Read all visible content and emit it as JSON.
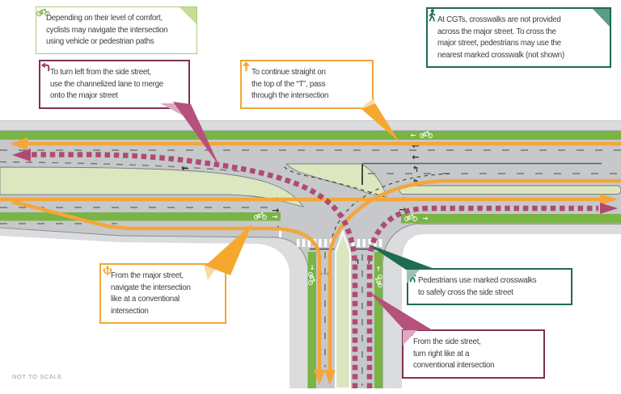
{
  "footer": {
    "not_to_scale": "NOT TO SCALE"
  },
  "colors": {
    "vehicle_path_orange": "#F4A63A",
    "side_street_path_maroon": "#B04A72",
    "pedestrian_dark_green": "#1E6B50",
    "cyclist_light_green": "#AFCB7A",
    "bike_lane_green": "#79B445",
    "island_pale_green": "#DCE7C0",
    "road_gray": "#C6C8CA",
    "sidewalk_gray": "#DBDCDD"
  },
  "callouts": {
    "cyclist": {
      "icon": "bicycle-icon",
      "lines": [
        "Depending on their level of comfort,",
        "cyclists may navigate the intersection",
        "using vehicle or pedestrian paths"
      ]
    },
    "turn_left": {
      "icon": "turn-left-arrow-icon",
      "lines": [
        "To turn left from the side street,",
        "use the channelized lane to merge",
        "onto the major street"
      ]
    },
    "straight": {
      "icon": "straight-arrow-icon",
      "lines": [
        "To continue straight on",
        "the top of the “T”, pass",
        "through the intersection"
      ]
    },
    "ped_major": {
      "icon": "pedestrian-icon",
      "lines": [
        "At CGTs, crosswalks are not provided",
        "across the major street. To cross the",
        "major street, pedestrians may use the",
        "nearest marked crosswalk (not shown)"
      ]
    },
    "major_street": {
      "icon": "all-movements-arrow-icon",
      "lines": [
        "From the major street,",
        "navigate the intersection",
        "like at a conventional",
        "intersection"
      ]
    },
    "ped_side": {
      "icon": "pedestrian-icon",
      "lines": [
        "Pedestrians use marked crosswalks",
        "to safely cross the side street"
      ]
    },
    "turn_right": {
      "icon": "turn-right-arrow-icon",
      "lines": [
        "From the side street,",
        "turn right like at a",
        "conventional intersection"
      ]
    }
  },
  "road_markings": {
    "left_arrow": "←",
    "right_arrow": "→",
    "down_arrow": "↓",
    "merge_right_arrow": "↘",
    "merge_left_arrow": "↰",
    "turn_left_arrow": "↰",
    "turn_right_arrow": "↱",
    "up_arrow": "↑",
    "bike_symbol": "bicycle-icon"
  }
}
